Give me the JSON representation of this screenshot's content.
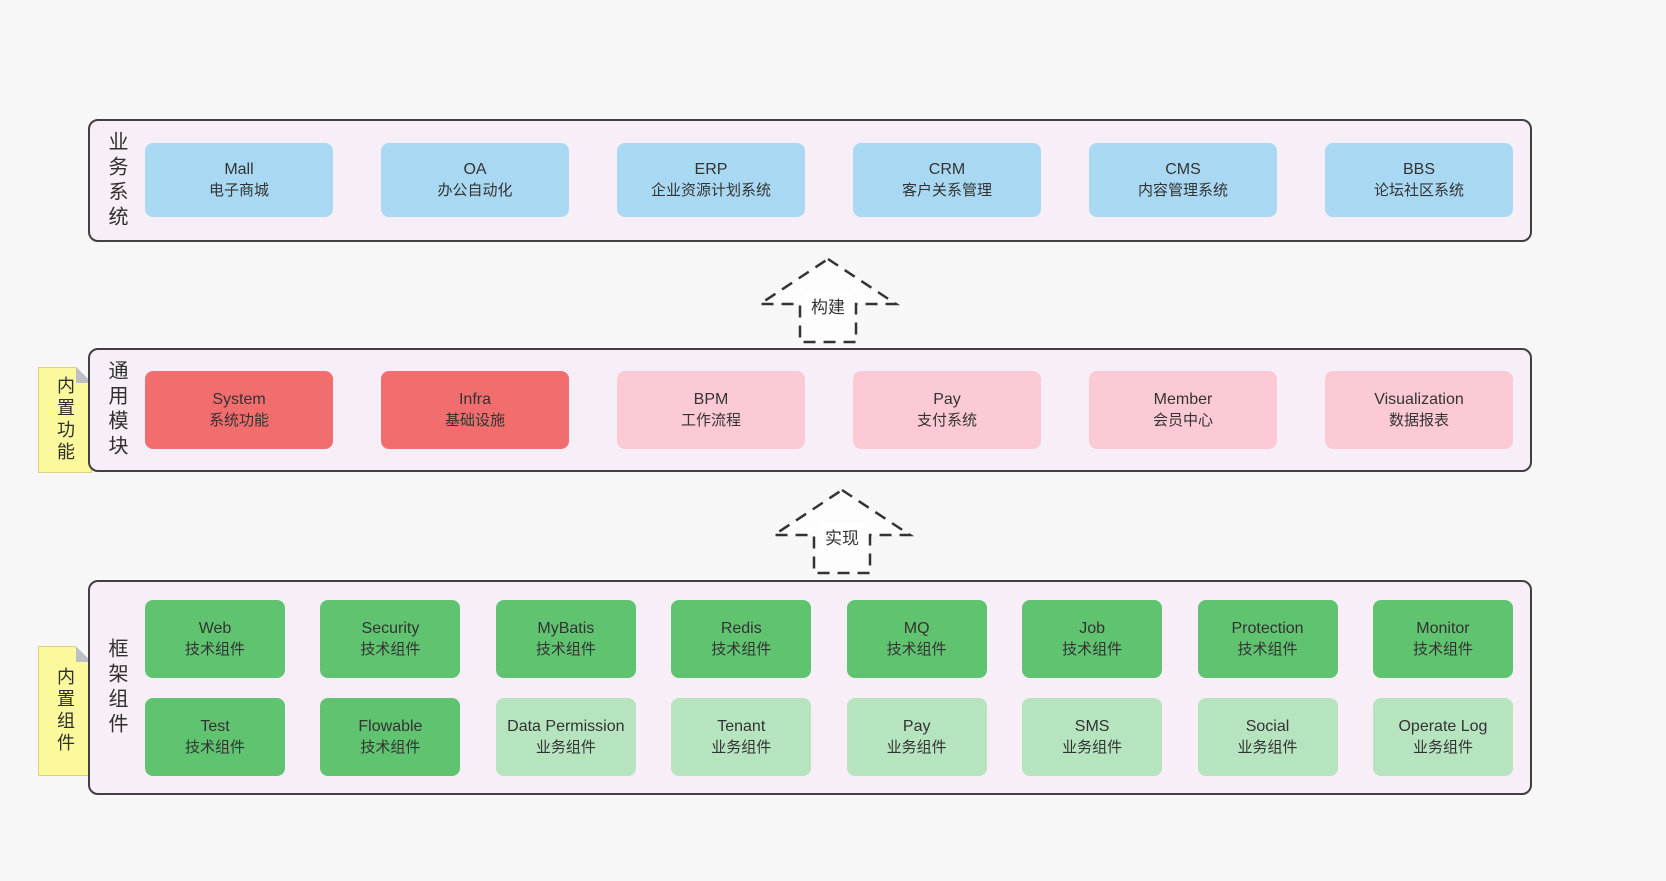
{
  "colors": {
    "page_background": "#f7f7f7",
    "layer_fill": "#f8eef7",
    "layer_border": "#404040",
    "business_box": "#a9d9f2",
    "core_module_box": "#f26d6d",
    "optional_module_box": "#fccad4",
    "tech_component_box": "#60c370",
    "biz_component_box": "#b6e4bf",
    "sticky_note": "#fbf99c",
    "text": "#333333"
  },
  "arrows": [
    {
      "label": "构建"
    },
    {
      "label": "实现"
    }
  ],
  "stickies": [
    {
      "label": "内置功能"
    },
    {
      "label": "内置组件"
    }
  ],
  "layers": [
    {
      "label": "业务系统",
      "boxes": [
        {
          "name": "Mall",
          "desc": "电子商城"
        },
        {
          "name": "OA",
          "desc": "办公自动化"
        },
        {
          "name": "ERP",
          "desc": "企业资源计划系统"
        },
        {
          "name": "CRM",
          "desc": "客户关系管理"
        },
        {
          "name": "CMS",
          "desc": "内容管理系统"
        },
        {
          "name": "BBS",
          "desc": "论坛社区系统"
        }
      ]
    },
    {
      "label": "通用模块",
      "boxes": [
        {
          "name": "System",
          "desc": "系统功能"
        },
        {
          "name": "Infra",
          "desc": "基础设施"
        },
        {
          "name": "BPM",
          "desc": "工作流程"
        },
        {
          "name": "Pay",
          "desc": "支付系统"
        },
        {
          "name": "Member",
          "desc": "会员中心"
        },
        {
          "name": "Visualization",
          "desc": "数据报表"
        }
      ]
    },
    {
      "label": "框架组件",
      "rows": [
        [
          {
            "name": "Web",
            "desc": "技术组件"
          },
          {
            "name": "Security",
            "desc": "技术组件"
          },
          {
            "name": "MyBatis",
            "desc": "技术组件"
          },
          {
            "name": "Redis",
            "desc": "技术组件"
          },
          {
            "name": "MQ",
            "desc": "技术组件"
          },
          {
            "name": "Job",
            "desc": "技术组件"
          },
          {
            "name": "Protection",
            "desc": "技术组件"
          },
          {
            "name": "Monitor",
            "desc": "技术组件"
          }
        ],
        [
          {
            "name": "Test",
            "desc": "技术组件"
          },
          {
            "name": "Flowable",
            "desc": "技术组件"
          },
          {
            "name": "Data Permission",
            "desc": "业务组件"
          },
          {
            "name": "Tenant",
            "desc": "业务组件"
          },
          {
            "name": "Pay",
            "desc": "业务组件"
          },
          {
            "name": "SMS",
            "desc": "业务组件"
          },
          {
            "name": "Social",
            "desc": "业务组件"
          },
          {
            "name": "Operate Log",
            "desc": "业务组件"
          }
        ]
      ]
    }
  ]
}
